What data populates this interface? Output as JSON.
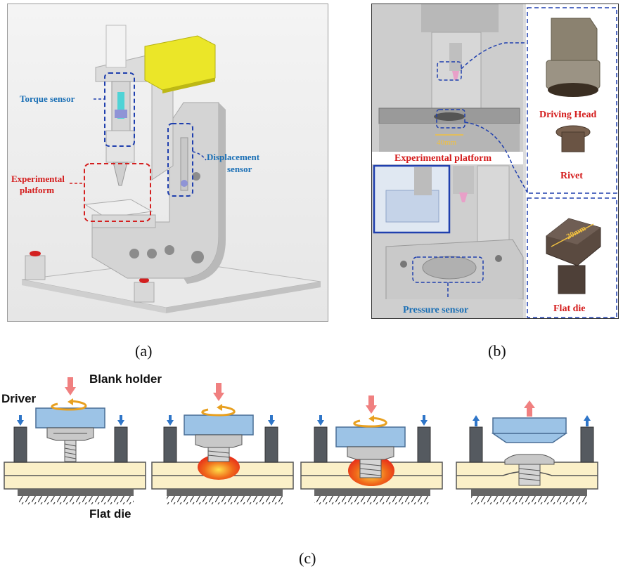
{
  "panel_a": {
    "caption": "(a)",
    "labels": {
      "torque_sensor": "Torque sensor",
      "displacement_sensor_1": "Displacement",
      "displacement_sensor_2": "sensor",
      "experimental_platform_1": "Experimental",
      "experimental_platform_2": "platform"
    }
  },
  "panel_b": {
    "caption": "(b)",
    "labels": {
      "experimental_platform": "Experimental platform",
      "dimension_40": "40mm",
      "pressure_sensor": "Pressure sensor",
      "driving_head": "Driving Head",
      "rivet": "Rivet",
      "flat_die": "Flat die",
      "dimension_20": "20mm"
    }
  },
  "panel_c": {
    "caption": "(c)",
    "labels": {
      "driver": "Driver",
      "blank_holder": "Blank  holder",
      "flat_die": "Flat die"
    }
  },
  "colors": {
    "blue_label": "#1a6fb5",
    "red_label": "#d41c1c",
    "driver_fill": "#9cc3e6",
    "sheet_fill": "#fbf0c8",
    "holder_fill": "#555a60",
    "arrow_pink": "#f08080",
    "arrow_blue": "#2e75c8",
    "heat_orange": "#f06a1a"
  }
}
